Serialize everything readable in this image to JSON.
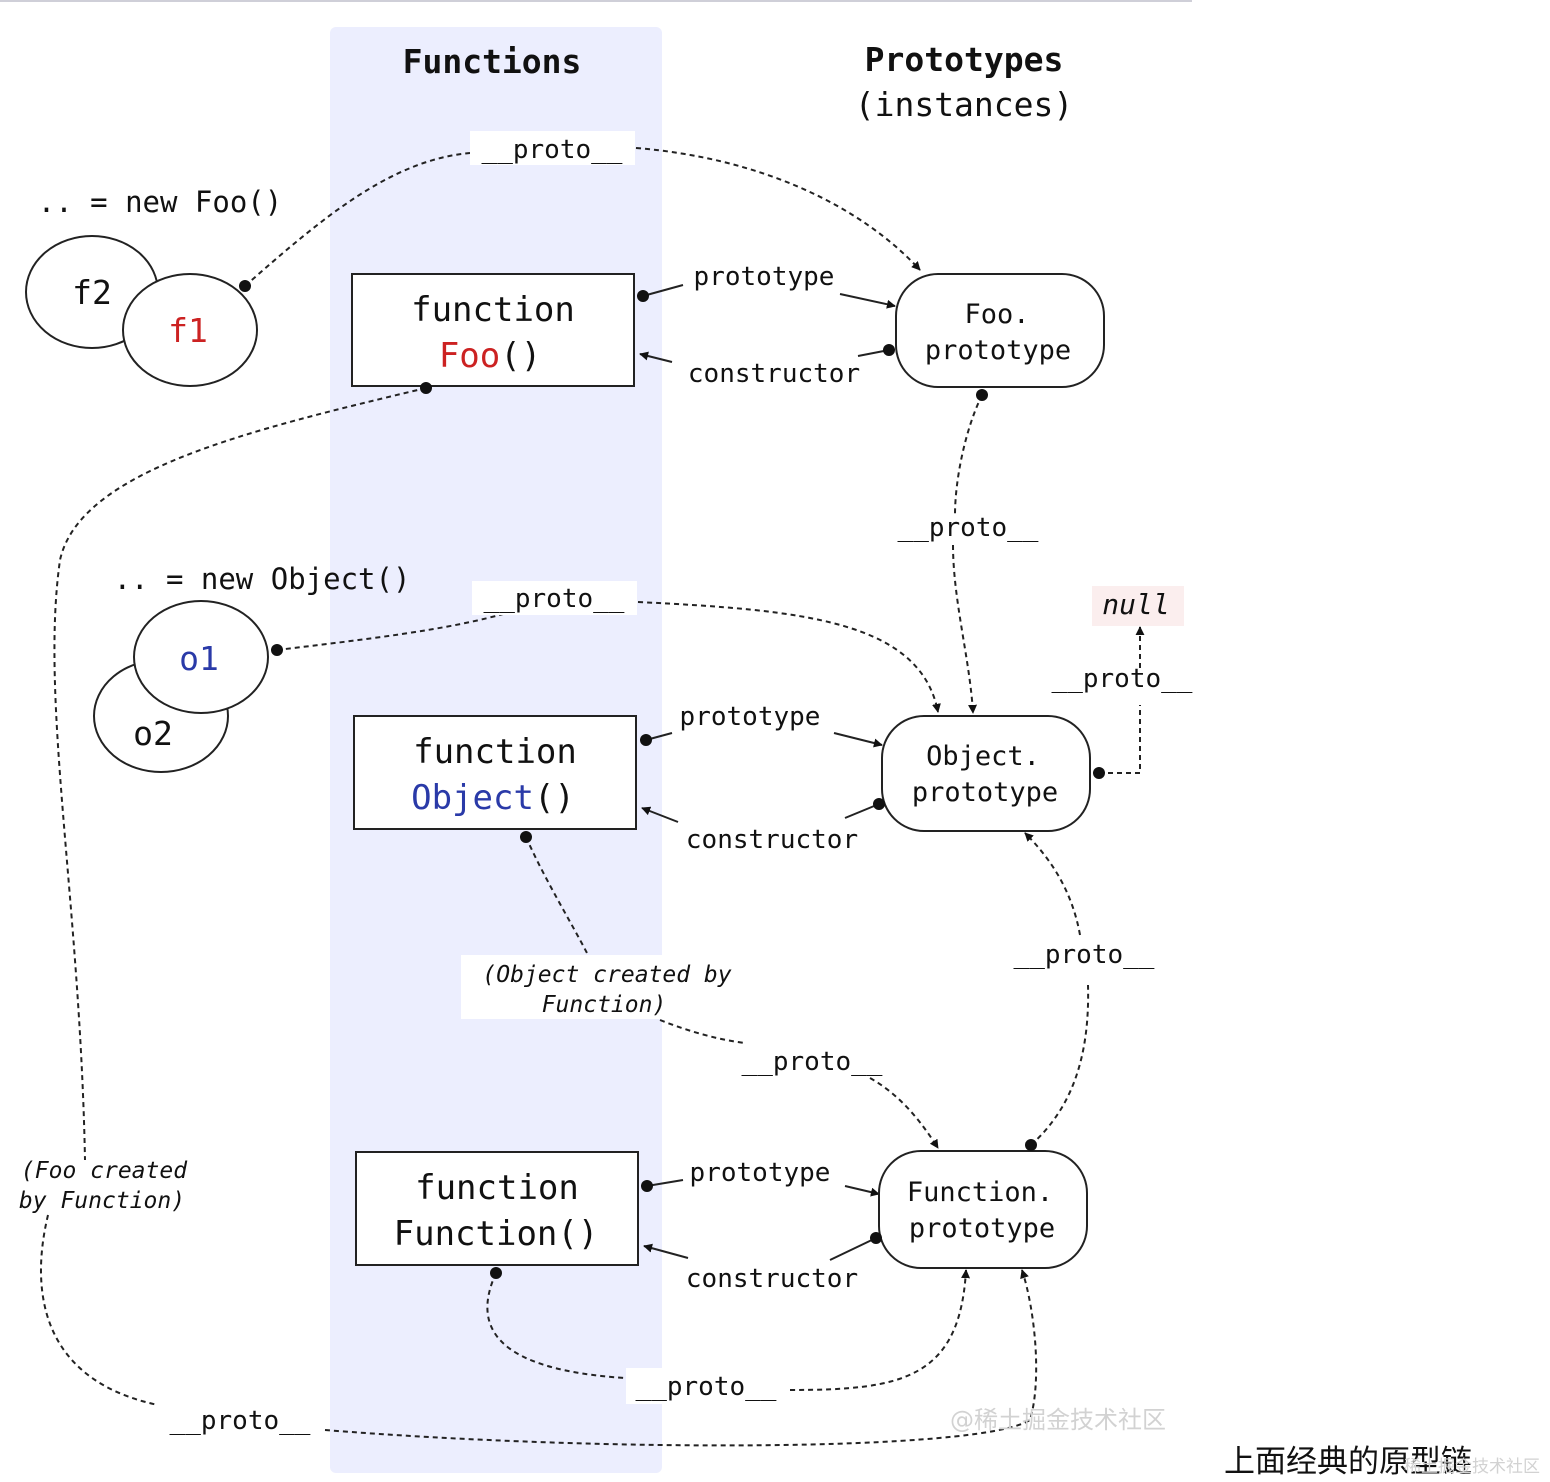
{
  "headers": {
    "functions": "Functions",
    "prototypes_line1": "Prototypes",
    "prototypes_line2": "(instances)"
  },
  "instances": {
    "foo_new": ".. = new Foo()",
    "f2": "f2",
    "f1": "f1",
    "object_new": ".. = new Object()",
    "o1": "o1",
    "o2": "o2"
  },
  "functions": {
    "keyword": "function",
    "foo_name": "Foo",
    "object_name": "Object",
    "function_name": "Function()",
    "parens": "()"
  },
  "prototypes": {
    "foo": [
      "Foo.",
      "prototype"
    ],
    "object": [
      "Object.",
      "prototype"
    ],
    "function": [
      "Function.",
      "prototype"
    ]
  },
  "edge_labels": {
    "proto": "__proto__",
    "prototype": "prototype",
    "constructor": "constructor",
    "null": "null"
  },
  "notes": {
    "object_created": [
      "(Object created by",
      "Function)"
    ],
    "foo_created": [
      "(Foo created",
      "by Function)"
    ]
  },
  "watermark": "@稀土掘金技术社区",
  "watermark_small": "稀土掘金技术社区",
  "caption": "上面经典的原型链",
  "colors": {
    "functions_band": "#eceefe",
    "red": "#cc2222",
    "blue": "#2a3aa8",
    "null_bg": "#fbeeee"
  }
}
